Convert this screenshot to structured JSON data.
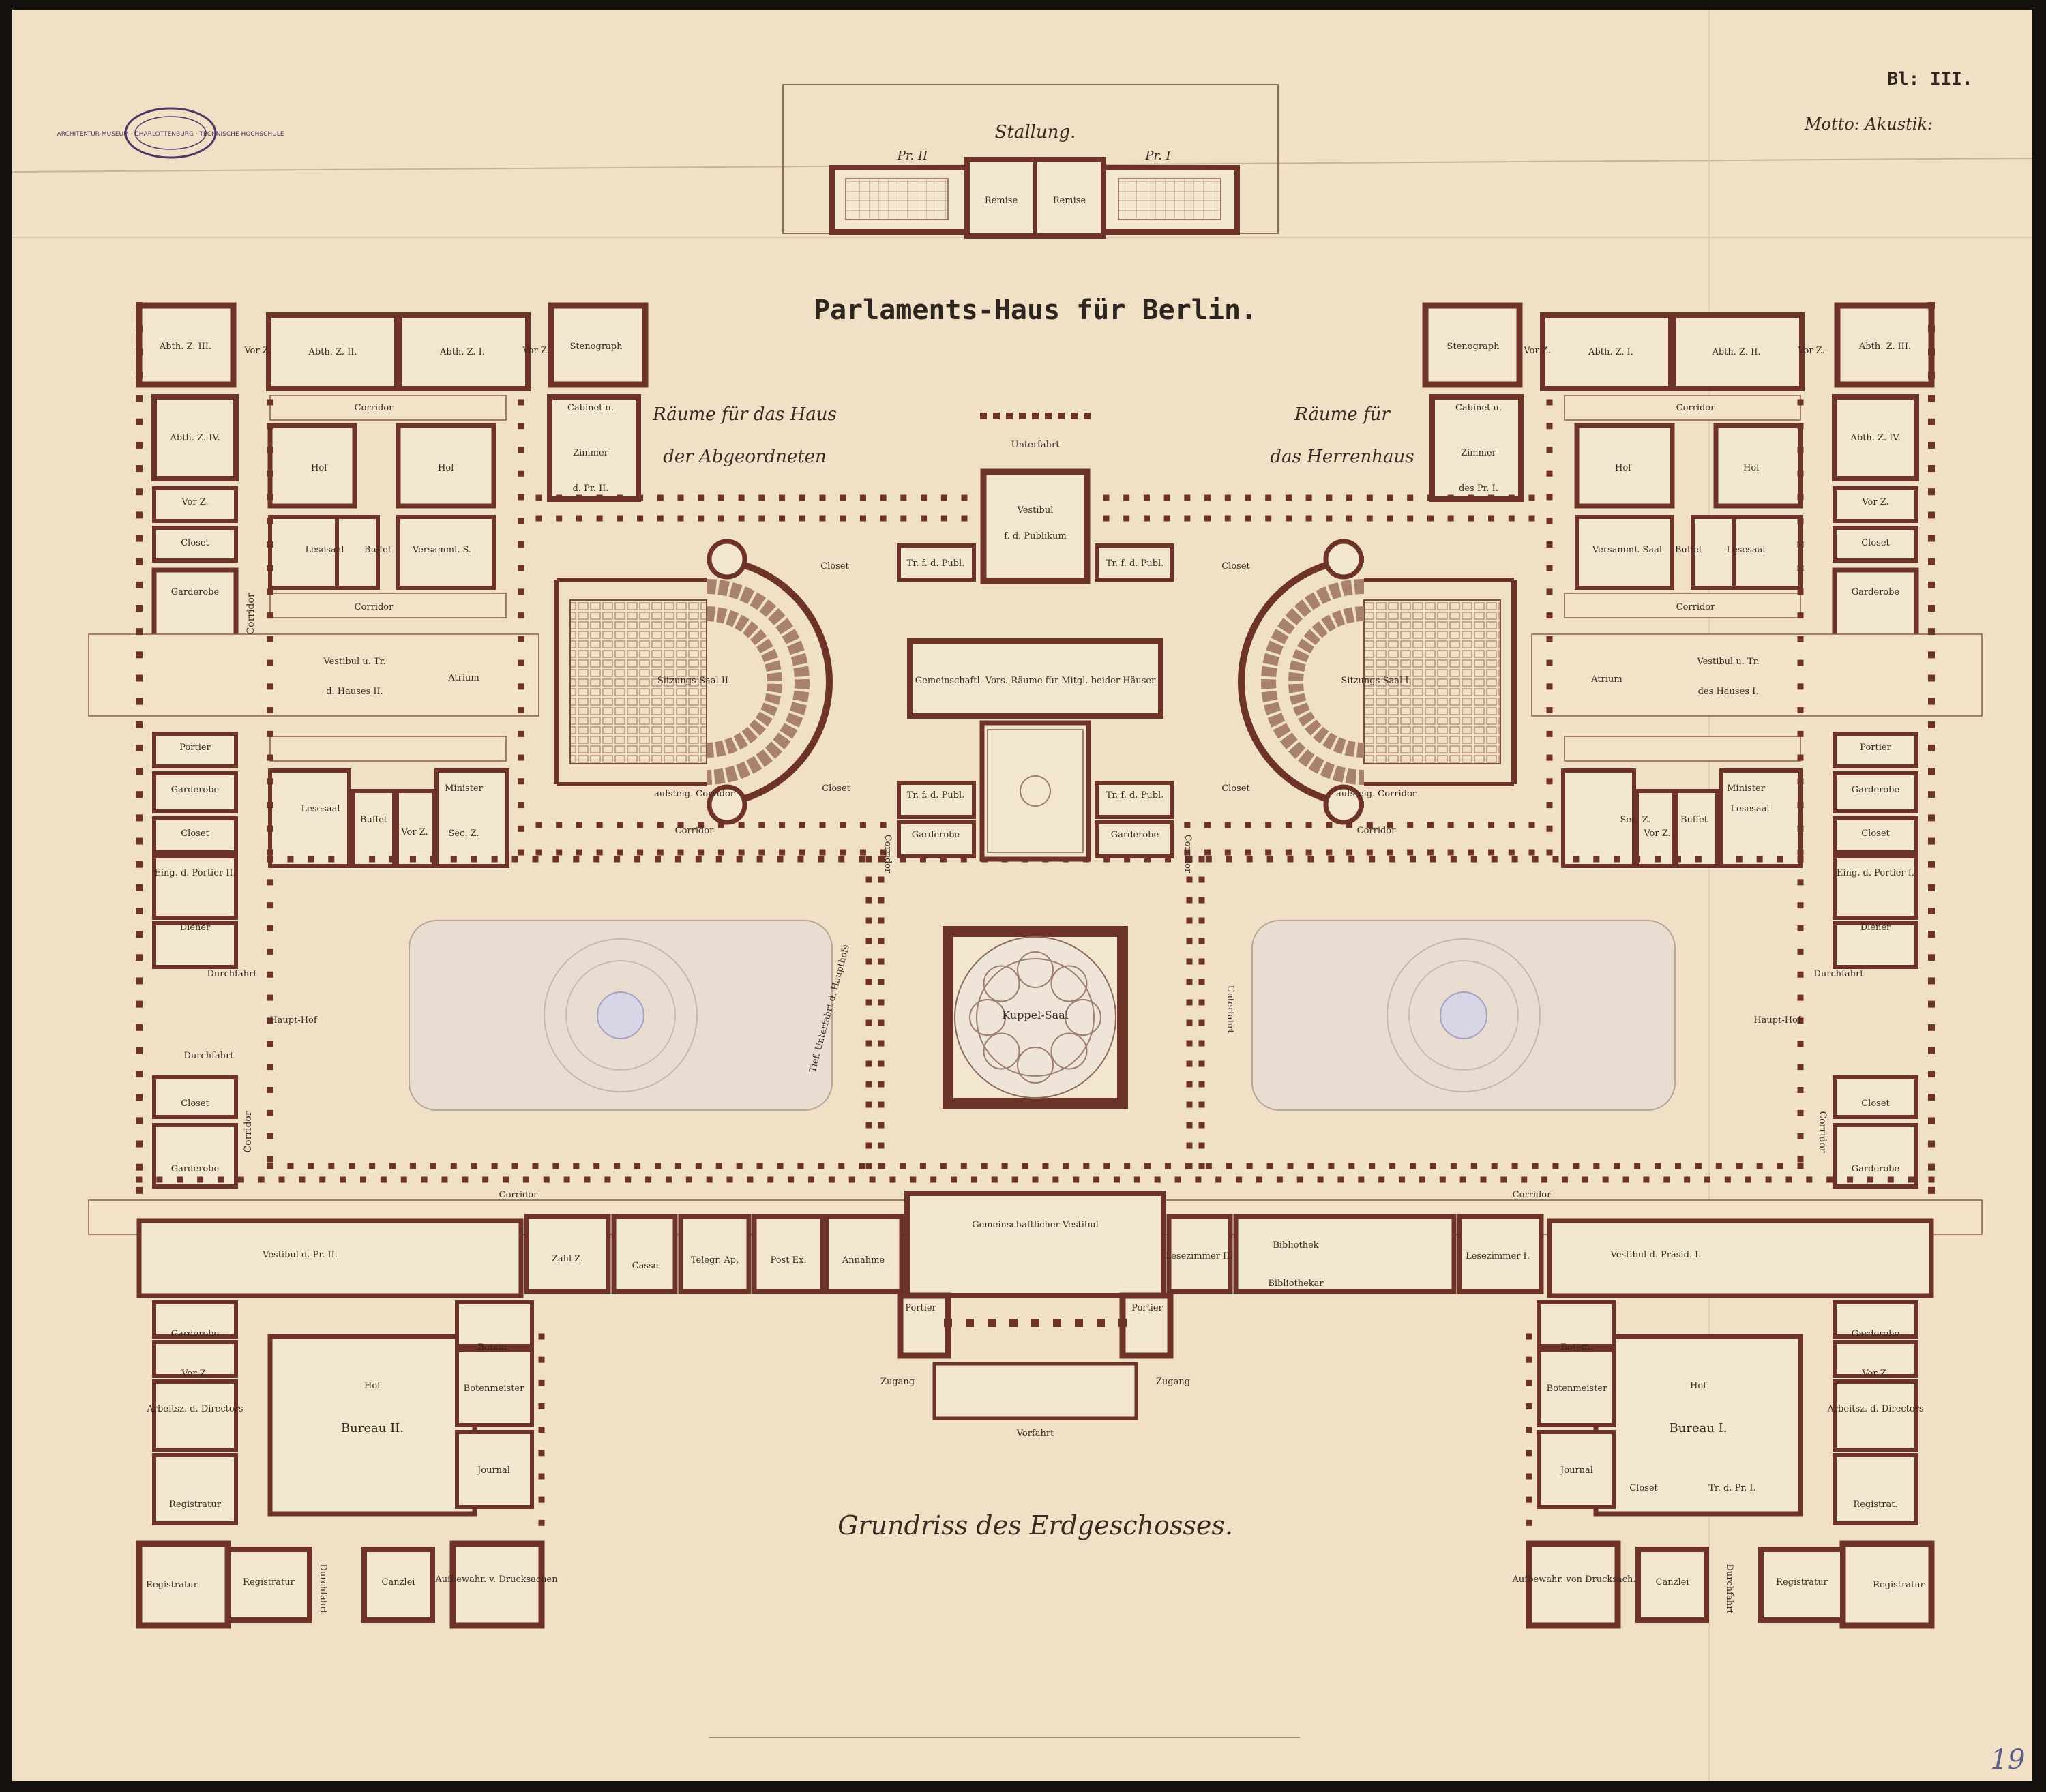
{
  "sheet": {
    "sheet_number": "Bl: III.",
    "motto": "Motto: Akustik:",
    "stamp_text": "ARCHITEKTUR-MUSEUM · CHARLOTTENBURG · TECHNISCHE HOCHSCHULE",
    "corner_number": "19",
    "title": "Parlaments-Haus für Berlin.",
    "subtitle": "Grundriss des Erdgeschosses."
  },
  "stable": {
    "title": "Stallung.",
    "left_label": "Pr. II",
    "right_label": "Pr. I",
    "rooms": [
      "Remise",
      "Remise"
    ]
  },
  "sections": {
    "left": [
      "Räume für das Haus",
      "der Abgeordneten"
    ],
    "right": [
      "Räume für",
      "das Herrenhaus"
    ]
  },
  "rooms": {
    "left_top": [
      "Abth. Z. III.",
      "Vor Z.",
      "Abth. Z. II.",
      "Abth. Z. I.",
      "Vor Z.",
      "Stenograph",
      "Abth. Z. IV.",
      "Cabinet u.",
      "Zimmer",
      "d. Pr. II.",
      "Hof",
      "Hof",
      "Vor Z.",
      "Closet",
      "Lesesaal",
      "Buffet",
      "Versamml. S.",
      "Garderobe",
      "Corridor",
      "Corridor",
      "Corridor"
    ],
    "left_mid": [
      "Vestibul u. Tr.",
      "d. Hauses II.",
      "Atrium",
      "Sitzungs-Saal II.",
      "Portier",
      "Garderobe",
      "Closet",
      "Lesesaal",
      "Buffet",
      "Minister",
      "Vor Z.",
      "Sec. Z.",
      "aufsteig. Corridor",
      "Corridor",
      "Eing. d. Portier II.",
      "Diener",
      "Durchfahrt",
      "Haupt-Hof",
      "Durchfahrt",
      "Closet",
      "Garderobe",
      "Corridor"
    ],
    "centre": [
      "Unterfahrt",
      "Vestibul",
      "f. d. Publikum",
      "Tr. f. d. Publ.",
      "Tr. f. d. Publ.",
      "Closet",
      "Closet",
      "Gemeinschaftl. Vors.-Räume für Mitgl. beider Häuser",
      "Tr. f. d. Publ.",
      "Tr. f. d. Publ.",
      "Garderobe",
      "Garderobe",
      "Corridor",
      "Corridor",
      "Closet",
      "Closet",
      "Kuppel-Saal",
      "Tief. Unterfahrt d. Haupthofs",
      "Unterfahrt"
    ],
    "right_top": [
      "Stenograph",
      "Vor Z.",
      "Abth. Z. I.",
      "Abth. Z. II.",
      "Vor Z.",
      "Abth. Z. III.",
      "Cabinet u.",
      "Zimmer",
      "des Pr. I.",
      "Hof",
      "Hof",
      "Abth. Z. IV.",
      "Vor Z.",
      "Versamml. Saal",
      "Buffet",
      "Lesesaal",
      "Closet",
      "Garderobe",
      "Corridor",
      "Corridor"
    ],
    "right_mid": [
      "Sitzungs-Saal I.",
      "Atrium",
      "Vestibul u. Tr.",
      "des Hauses I.",
      "Portier",
      "Garderobe",
      "Minister",
      "Sec. Z.",
      "Vor Z.",
      "Buffet",
      "Lesesaal",
      "aufsteig. Corridor",
      "Corridor",
      "Closet",
      "Eing. d. Portier I.",
      "Diener",
      "Durchfahrt",
      "Haupt-Hof",
      "Closet",
      "Garderobe",
      "Corridor"
    ],
    "bottom": [
      "Corridor",
      "Corridor",
      "Vestibul d. Pr. II.",
      "Zahl Z.",
      "Casse",
      "Telegr. Ap.",
      "Post Ex.",
      "Annahme",
      "Gemeinschaftlicher Vestibul",
      "Lesezimmer II.",
      "Bibliothek",
      "Bibliothekar",
      "Lesezimmer I.",
      "Vestibul d. Präsid. I.",
      "Portier",
      "Portier",
      "Zugang",
      "Zugang",
      "Vorfahrt",
      "Garderobe",
      "Vor Z.",
      "Arbeitsz. d. Directors",
      "Registratur",
      "Registratur",
      "Registratur",
      "Canzlei",
      "Durchfahrt",
      "Aufbewahr. v. Drucksachen",
      "Botem.",
      "Botenmeister",
      "Journal",
      "Hof",
      "Bureau II.",
      "Botem.",
      "Botenmeister",
      "Journal",
      "Aufbewahr. von Drucksach.",
      "Canzlei",
      "Durchfahrt",
      "Registratur",
      "Registratur",
      "Hof",
      "Bureau I.",
      "Closet",
      "Tr. d. Pr. I.",
      "Garderobe",
      "Vor Z.",
      "Arbeitsz. d. Directors",
      "Registrat."
    ]
  },
  "colors": {
    "paper": "#f0e0c6",
    "wall": "#6e3328",
    "ink": "#3a2a22",
    "court_fill": "#e9ddd2",
    "fountain": "#d7d5e6"
  }
}
